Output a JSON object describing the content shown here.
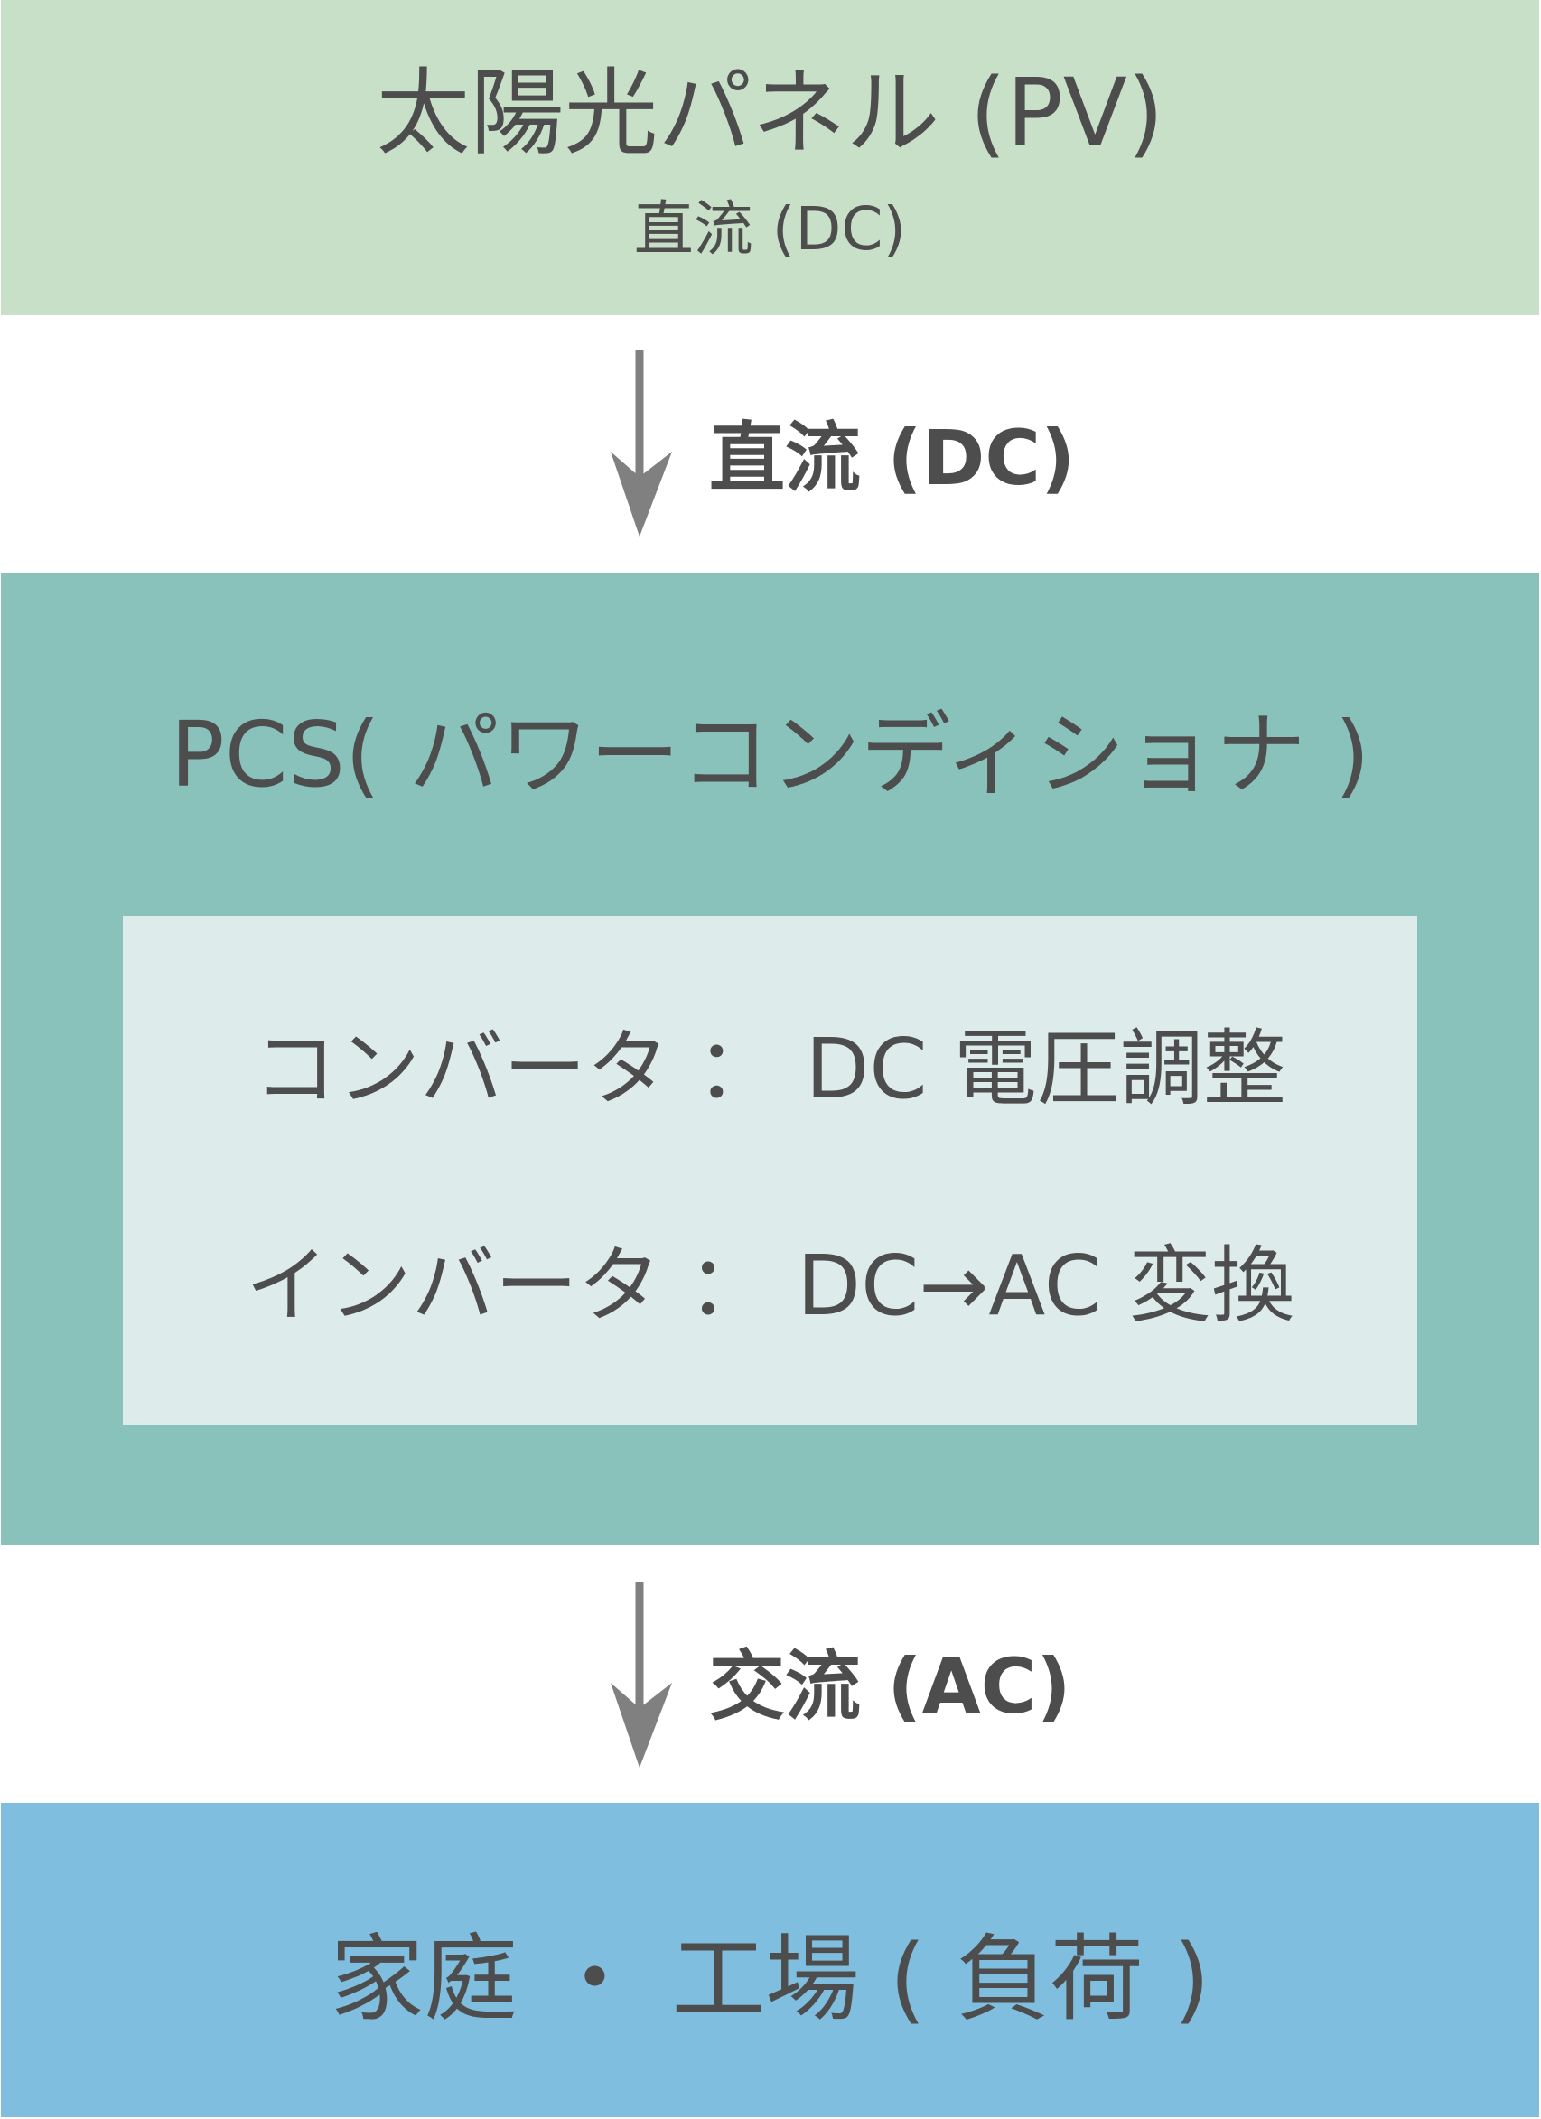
{
  "pv": {
    "title": "太陽光パネル (PV)",
    "subtitle": "直流 (DC)"
  },
  "arrow1": {
    "label": "直流 (DC)"
  },
  "pcs": {
    "title": "PCS( パワーコンディショナ )",
    "converter": "コンバータ ： DC 電圧調整",
    "inverter": "インバータ ： DC→AC 変換"
  },
  "arrow2": {
    "label": "交流 (AC)"
  },
  "load": {
    "title": "家庭 ・ 工場 ( 負荷 )"
  },
  "colors": {
    "pv": "#c9e0c8",
    "pcs": "#89c1bb",
    "inner": "#ddeceb",
    "load": "#80bee0",
    "arrow": "#808080",
    "text": "#4d4d4d"
  }
}
